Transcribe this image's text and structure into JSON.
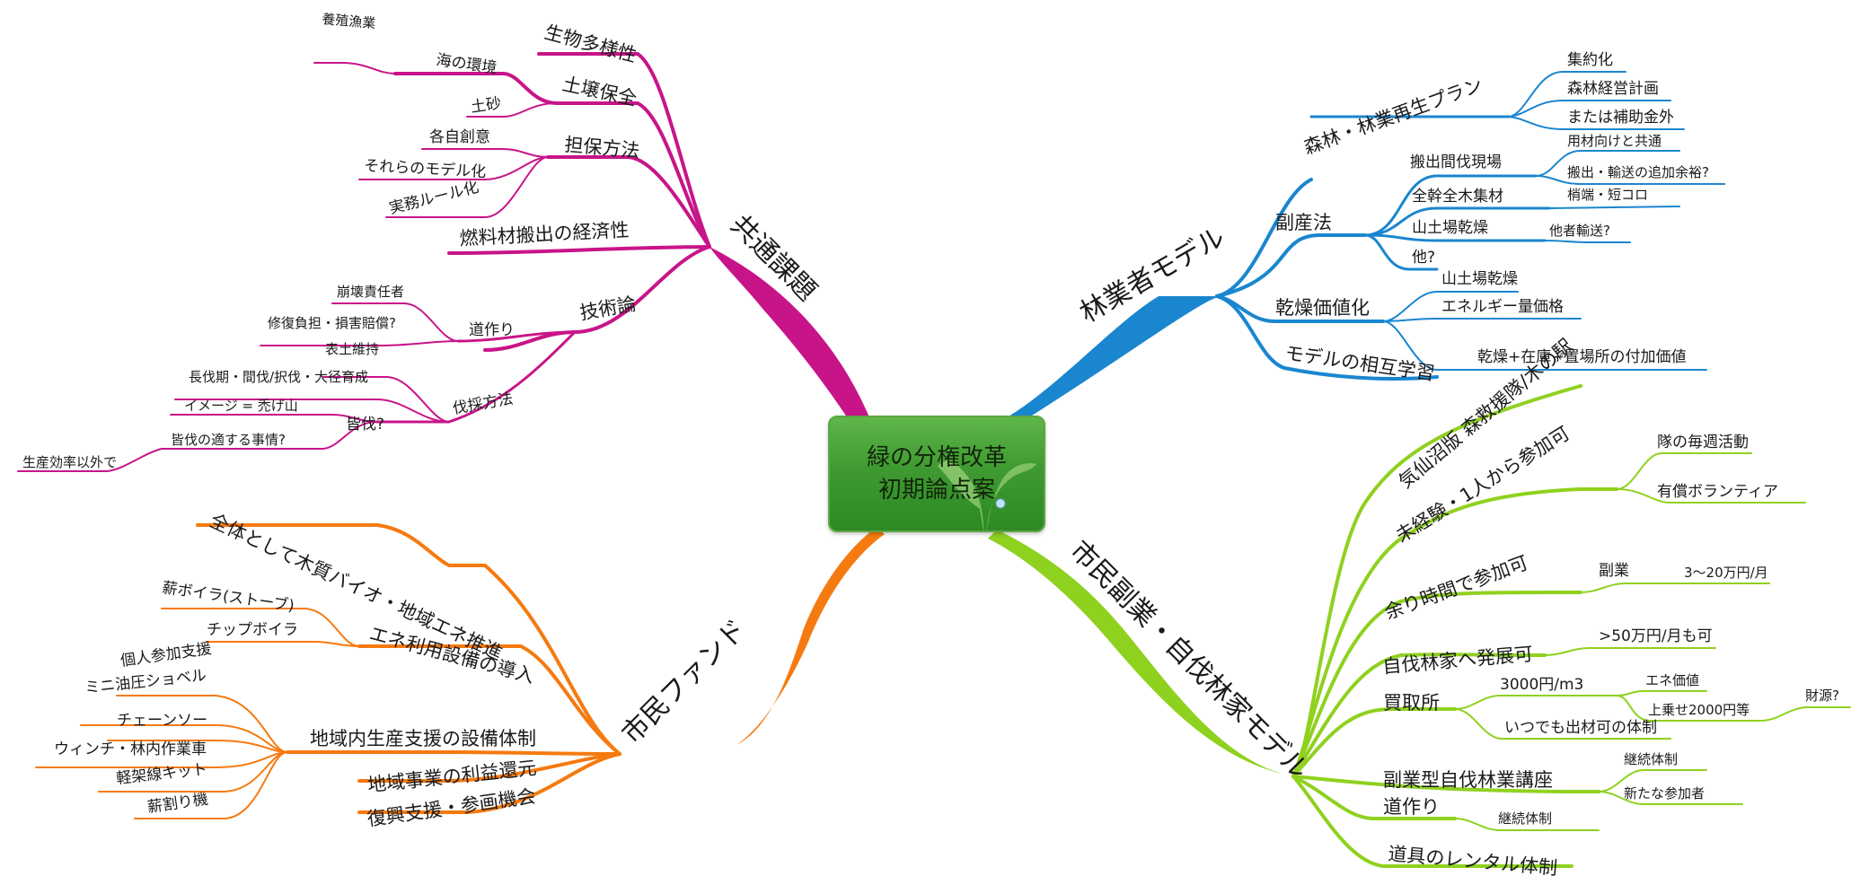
{
  "center": {
    "line1": "緑の分権改革",
    "line2": "初期論点案"
  },
  "colors": {
    "blue": "#1a86cf",
    "pink": "#c81489",
    "green": "#8fd11f",
    "orange": "#f57a10",
    "center": "#3b9a2e"
  },
  "forestry": {
    "title": "林業者モデル",
    "plan": {
      "label": "森林・林業再生プラン",
      "items": [
        "集約化",
        "森林経営計画",
        "または補助金外"
      ]
    },
    "byproduct": {
      "label": "副産法",
      "hashutsu": "搬出間伐現場",
      "hashutsu_items": [
        "用材向けと共通",
        "搬出・輸送の追加余裕?"
      ],
      "zenkan": "全幹全木集材",
      "zenkan_item": "梢端・短コロ",
      "yamadoba": "山土場乾燥",
      "yamadoba_item": "他者輸送?",
      "other": "他?"
    },
    "drying": {
      "label": "乾燥価値化",
      "items": [
        "山土場乾燥",
        "エネルギー量価格",
        "乾燥+在庫+置場所の付加価値"
      ]
    },
    "mutual": "モデルの相互学習"
  },
  "common": {
    "title": "共通課題",
    "bio": "生物多様性",
    "soil": {
      "label": "土壌保全",
      "sea": "海の環境",
      "aqua": "養殖漁業",
      "sand": "土砂"
    },
    "security": {
      "label": "担保方法",
      "items": [
        "各自創意",
        "それらのモデル化",
        "実務ルール化"
      ]
    },
    "fuel": "燃料材搬出の経済性",
    "tech": {
      "label": "技術論",
      "road": {
        "label": "道作り",
        "items": [
          "崩壊責任者",
          "修復負担・損害賠償?"
        ]
      },
      "cutting": {
        "label": "伐採方法",
        "surface": "表土維持",
        "long": "長伐期・間伐/択伐・大径育成"
      },
      "clear": {
        "label": "皆伐?",
        "image": "イメージ = 禿げ山",
        "suited": "皆伐の適する事情?",
        "productivity": "生産効率以外で"
      }
    }
  },
  "sidejob": {
    "title": "市民副業・自伐林家モデル",
    "kesennuma": "気仙沼版 森救援隊/木の駅",
    "inexperienced": {
      "label": "未経験・1人から参加可",
      "items": [
        "隊の毎週活動",
        "有償ボランティア"
      ]
    },
    "sparetime": {
      "label": "余り時間で参加可",
      "side": "副業",
      "income": "3〜20万円/月"
    },
    "develop": {
      "label": "自伐林家へ発展可",
      "income": ">50万円/月も可"
    },
    "buying": {
      "label": "買取所",
      "price": "3000円/m3",
      "energy": "エネ価値",
      "extra": "上乗せ2000円等",
      "source": "財源?",
      "anytime": "いつでも出材可の体制"
    },
    "course": {
      "label": "副業型自伐林業講座",
      "items": [
        "継続体制",
        "新たな参加者"
      ]
    },
    "road": {
      "label": "道作り",
      "item": "継続体制"
    },
    "rental": "道具のレンタル体制"
  },
  "fund": {
    "title": "市民ファンド",
    "overall": "全体として木質バイオ・地域エネ推進",
    "equipment": {
      "label": "エネ利用設備の導入",
      "items": [
        "薪ボイラ(ストーブ)",
        "チップボイラ"
      ]
    },
    "production": {
      "label": "地域内生産支援の設備体制",
      "items": [
        "個人参加支援",
        "ミニ油圧ショベル",
        "チェーンソー",
        "ウィンチ・林内作業車",
        "軽架線キット",
        "薪割り機"
      ]
    },
    "profit": "地域事業の利益還元",
    "recovery": "復興支援・参画機会"
  }
}
